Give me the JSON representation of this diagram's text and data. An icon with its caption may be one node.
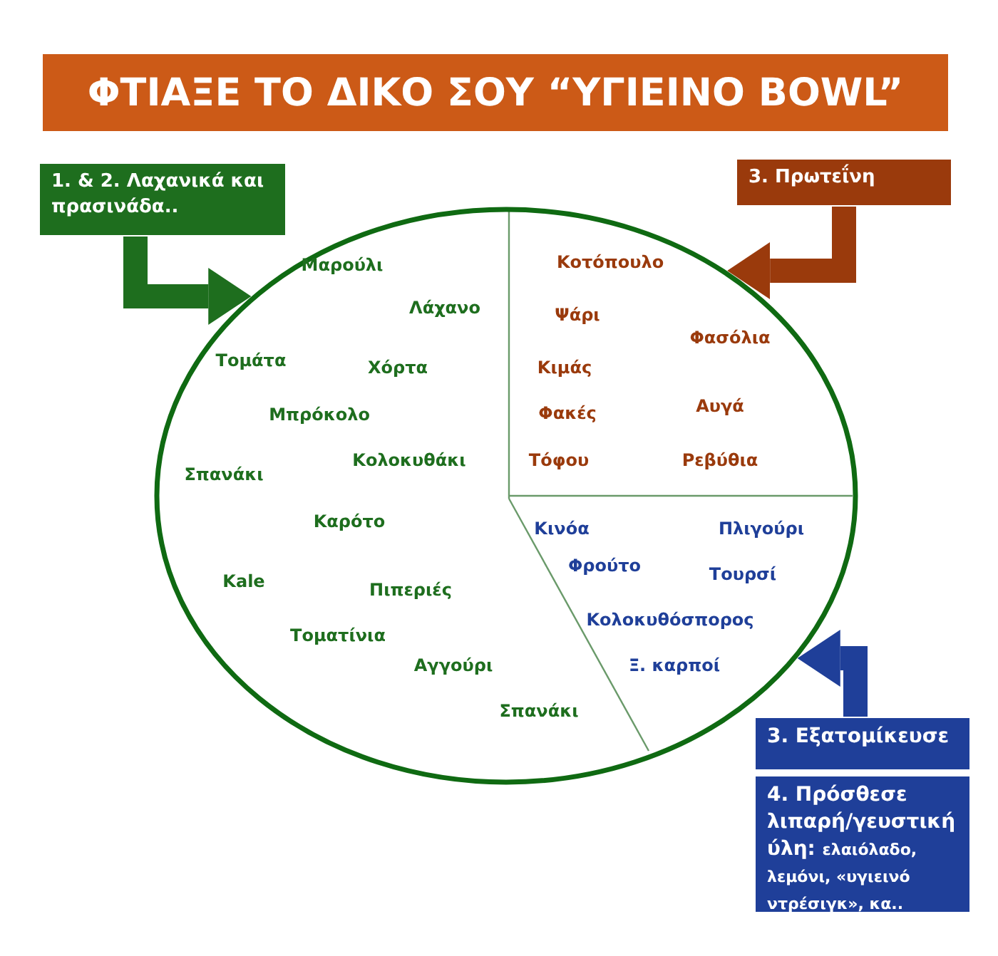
{
  "diagram": {
    "title": "ΦΤΙΑΞΕ ΤΟ ΔΙΚΟ ΣΟΥ “ΥΓΙΕΙΝΟ BOWL”",
    "nodes": [
      {
        "text": [],
        "shape": "circle"
      },
      {
        "text": [
          "1. & 2. Λαχανικά και πρασινάδα.."
        ]
      },
      {
        "text": [
          "3. Πρωτεΐνη"
        ]
      },
      {
        "text": [
          "3. Εξατομίκευσε"
        ]
      },
      {
        "text": [
          "4. Πρόσθεσε λιπαρή/γευστική ύλη:",
          "ελαιόλαδο, λεμόνι, «υγιεινό ντρέσιγκ», κα.."
        ]
      }
    ],
    "edges": [
      {
        "from": 1,
        "to": 0,
        "arrow": "to",
        "color": "#1e6e1e"
      },
      {
        "from": 2,
        "to": 0,
        "arrow": "to",
        "color": "#9a3a0c"
      },
      {
        "from": 3,
        "to": 0,
        "arrow": "to",
        "color": "#1f3f99"
      }
    ],
    "labels": [
      "Μαρούλι",
      "Λάχανο",
      "Τομάτα",
      "Χόρτα",
      "Μπρόκολο",
      "Σπανάκι",
      "Κολοκυθάκι",
      "Καρότο",
      "Kale",
      "Πιπεριές",
      "Τοματίνια",
      "Αγγούρι",
      "Σπανάκι",
      "Κοτόπουλο",
      "Ψάρι",
      "Φασόλια",
      "Κιμάς",
      "Αυγά",
      "Φακές",
      "Τόφου",
      "Ρεβύθια",
      "Κινόα",
      "Πλιγούρι",
      "Φρούτο",
      "Τουρσί",
      "Κολοκυθόσπορος",
      "Ξ. καρποί"
    ]
  }
}
